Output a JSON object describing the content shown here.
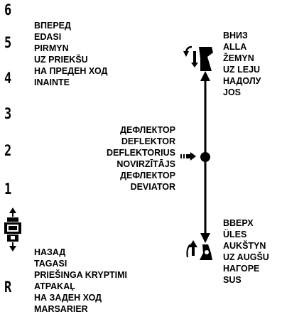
{
  "gears": [
    "6",
    "5",
    "4",
    "3",
    "2",
    "1",
    "R"
  ],
  "forward_labels": [
    "ВПЕРЕД",
    "EDASI",
    "PIRMYN",
    "UZ PRIEKŠU",
    "НА ПРЕДЕН ХОД",
    "INAINTE"
  ],
  "reverse_labels": [
    "НАЗАД",
    "TAGASI",
    "PRIEŠINGA KRYPTIMI",
    "ATPAKAĻ",
    "НА ЗАДЕН ХОД",
    "MARSARIER"
  ],
  "deflector_labels": [
    "ДЕФЛЕКТОР",
    "DEFLEKTOR",
    "DEFLEKTORIUS",
    "NOVIRZĪTĀJS",
    "ДЕФЛЕКТОР",
    "DEVIATOR"
  ],
  "down_labels": [
    "ВНИЗ",
    "ALLA",
    "ŽEMYN",
    "UZ LEJU",
    "НАДОЛУ",
    "JOS"
  ],
  "up_labels": [
    "ВВЕРХ",
    "ÜLES",
    "AUKŠTYN",
    "UZ AUGŠU",
    "НАГОРЕ",
    "SUS"
  ],
  "icons": [
    "machine-top-view-icon",
    "lever-push-down-icon",
    "lever-pull-up-icon",
    "pointer-arrow-icon"
  ]
}
